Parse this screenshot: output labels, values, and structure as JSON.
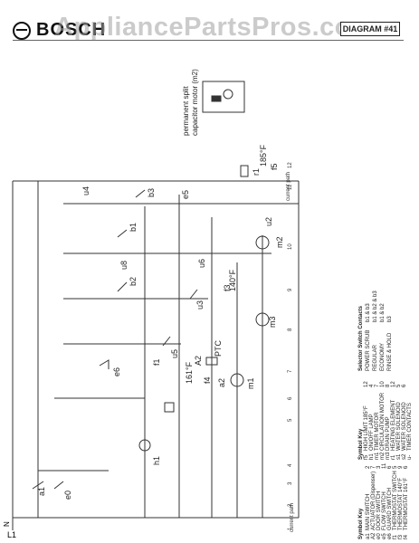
{
  "header": {
    "brand": "BOSCH",
    "watermark": "AppliancePartsPros.com",
    "diagram_label": "DIAGRAM #41"
  },
  "motor_note": {
    "line1": "permanent split",
    "line2": "capacitor motor (m2)"
  },
  "components": {
    "a1": "a1",
    "e0": "e0",
    "h1": "h1",
    "f1": "f1",
    "e6": "e6",
    "u5": "u5",
    "u3": "u3",
    "u6": "u6",
    "u8": "u8",
    "u2": "u2",
    "u4": "u4",
    "b1": "b1",
    "b2": "b2",
    "b3": "b3",
    "e5": "e5",
    "a2": "a2",
    "a2ptc": "A2",
    "ptc": "PTC",
    "r1": "r1",
    "m1": "m1",
    "m2": "m2",
    "m3": "m3",
    "f3": "f3",
    "f4": "f4",
    "f5": "f5",
    "t161": "161°F",
    "t140": "140°F",
    "t185": "185°F"
  },
  "rails": {
    "l1": "L1",
    "n": "N"
  },
  "current_path_numbers": [
    "1",
    "2",
    "3",
    "4",
    "5",
    "6",
    "7",
    "8",
    "9",
    "10",
    "11",
    "12"
  ],
  "current_path_label": "current path",
  "symbol_key_1": {
    "title": "Symbol Key",
    "rows": [
      {
        "sym": "a1",
        "name": "MAIN SWITCH",
        "path": "2"
      },
      {
        "sym": "A2",
        "name": "ACTUATOR (Dispenser)",
        "path": "7"
      },
      {
        "sym": "e0",
        "name": "DOOR SWITCH",
        "path": "3"
      },
      {
        "sym": "e5",
        "name": "FLOW SWITCH",
        "path": "11"
      },
      {
        "sym": "e6",
        "name": "GUARD SWITCH",
        "path": "6"
      },
      {
        "sym": "f1",
        "name": "THERMOSTAT SWITCH",
        "path": "5"
      },
      {
        "sym": "f3",
        "name": "THERMOSTAT 140°F",
        "path": "9"
      },
      {
        "sym": "f4",
        "name": "THERMOSTAT 161°F",
        "path": "6"
      }
    ]
  },
  "symbol_key_2": {
    "title": "Symbol Key",
    "rows": [
      {
        "sym": "f5",
        "name": "HIGH LIMIT 185°F",
        "path": "12"
      },
      {
        "sym": "h1",
        "name": "ON/OFF LAMP",
        "path": "4"
      },
      {
        "sym": "m1",
        "name": "TIMER MOTOR",
        "path": "7"
      },
      {
        "sym": "m2",
        "name": "CIRCULATION MOTOR",
        "path": "10"
      },
      {
        "sym": "m3",
        "name": "DRAIN PUMP",
        "path": "8"
      },
      {
        "sym": "r1",
        "name": "HEATING ELEMENT",
        "path": "12"
      },
      {
        "sym": "s1",
        "name": "WATER SOLENOID",
        "path": "5"
      },
      {
        "sym": "s2",
        "name": "WATER SOLENOID",
        "path": "6"
      },
      {
        "sym": "u-",
        "name": "TIMER CONTACTS",
        "path": ""
      }
    ]
  },
  "selector_key": {
    "title": "Selector Switch Contacts",
    "rows": [
      {
        "name": "POWER SCRUB",
        "contacts": "b1 & b3"
      },
      {
        "name": "REGULAR",
        "contacts": "b1 & b2 & b3"
      },
      {
        "name": "ECONOMY",
        "contacts": "b1 & b2"
      },
      {
        "name": "RINSE & HOLD",
        "contacts": "b3"
      }
    ]
  }
}
